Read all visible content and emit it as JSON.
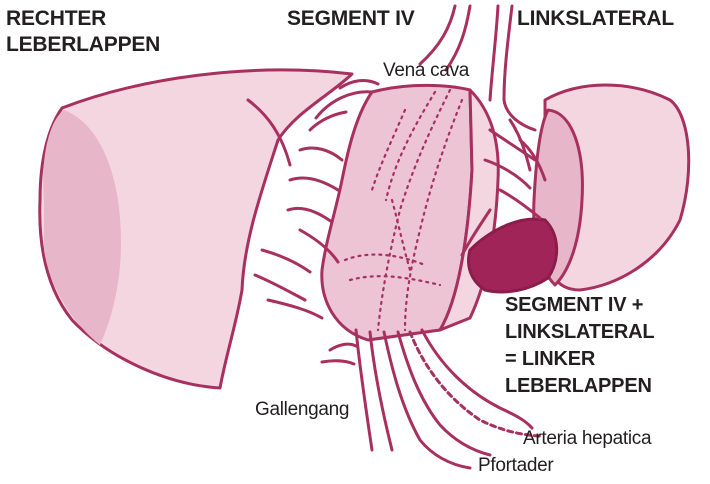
{
  "colors": {
    "outline": "#a8305f",
    "fill_light": "#f3d6e0",
    "fill_mid": "#e7b6c8",
    "fill_dark": "#a02458",
    "text": "#231f20"
  },
  "headers": {
    "right_lobe": [
      "RECHTER",
      "LEBERLAPPEN"
    ],
    "segment_iv": "SEGMENT IV",
    "linkslateral": "LINKSLATERAL",
    "left_lobe": [
      "SEGMENT IV +",
      "LINKSLATERAL",
      "= LINKER",
      "LEBERLAPPEN"
    ]
  },
  "labels": {
    "vena_cava": "Vena cava",
    "gallengang": "Gallengang",
    "arteria_hepatica": "Arteria hepatica",
    "pfortader": "Pfortader"
  }
}
